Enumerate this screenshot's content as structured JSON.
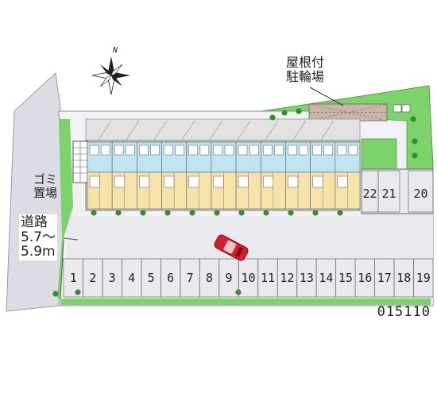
{
  "labels": {
    "covered_bicycle_parking": [
      "屋根付",
      "駐輪場"
    ],
    "garbage_area": [
      "ゴミ",
      "置場"
    ],
    "road": [
      "道路",
      "5.7〜",
      "5.9m"
    ],
    "property_code": "015110",
    "north_mark": "N"
  },
  "parking_spaces": {
    "bottom_row": [
      "1",
      "2",
      "3",
      "4",
      "5",
      "6",
      "7",
      "8",
      "9",
      "10",
      "11",
      "12",
      "13",
      "14",
      "15",
      "16",
      "17",
      "18",
      "19"
    ],
    "right_group": [
      "22",
      "21",
      "20"
    ]
  },
  "colors": {
    "asphalt": "#e9e9ee",
    "road": "#dcdce4",
    "grass": "#7bd36a",
    "building": "#d3d3d3",
    "room_floor": "#f7e3a8",
    "balcony": "#bfe4f2",
    "bicycle_shelter": "#c8b4a8",
    "car": "#d61f2a",
    "tree": "#2f8f2f"
  }
}
